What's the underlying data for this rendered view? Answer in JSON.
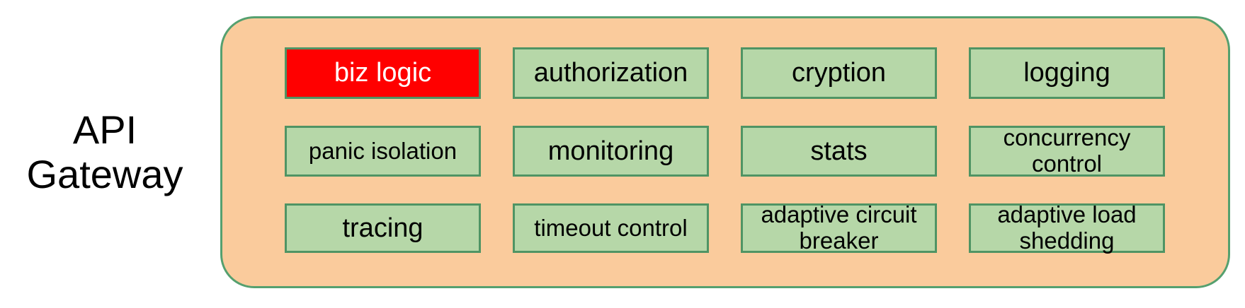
{
  "diagram_title": "API Gateway",
  "container": {
    "name": "API Gateway",
    "fill_color": "#FACB9C",
    "border_color": "#55A06F"
  },
  "cell_style": {
    "fill_color": "#B6D7A8",
    "border_color": "#4F9464",
    "text_color": "#000000",
    "highlight_fill_color": "#FF0000",
    "highlight_text_color": "#FFFFFF"
  },
  "cells": [
    {
      "label": "biz logic",
      "variant": "highlighted"
    },
    {
      "label": "authorization",
      "variant": "normal"
    },
    {
      "label": "cryption",
      "variant": "normal"
    },
    {
      "label": "logging",
      "variant": "normal"
    },
    {
      "label": "panic isolation",
      "variant": "normal"
    },
    {
      "label": "monitoring",
      "variant": "normal"
    },
    {
      "label": "stats",
      "variant": "normal"
    },
    {
      "label": "concurrency control",
      "variant": "normal"
    },
    {
      "label": "tracing",
      "variant": "normal"
    },
    {
      "label": "timeout control",
      "variant": "normal"
    },
    {
      "label": "adaptive circuit breaker",
      "variant": "normal"
    },
    {
      "label": "adaptive load shedding",
      "variant": "normal"
    }
  ]
}
